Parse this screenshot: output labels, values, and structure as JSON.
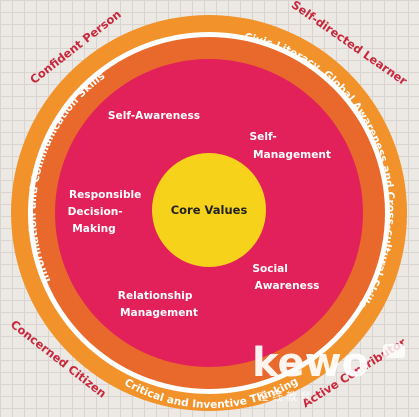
{
  "colors": {
    "outer_ring": "#f2922a",
    "white_ring": "#ffffff",
    "middle_ring": "#e9692c",
    "inner_disc": "#e2215a",
    "core_disc": "#f6d21b",
    "corner_text": "#c8283c"
  },
  "corners": {
    "top_left": "Confident Person",
    "top_right": "Self-directed Learner",
    "bottom_left": "Concerned Citizen",
    "bottom_right": "Active Contributor"
  },
  "ring": {
    "left": "Information and Communication Skills",
    "top_right": "Civic Literacy, Global Awareness and Cross-cultural Skills",
    "bottom": "Critical and Inventive Thinking"
  },
  "competencies": {
    "self_awareness": "Self-Awareness",
    "self_management": [
      "Self-",
      "Management"
    ],
    "social_awareness": [
      "Social",
      "Awareness"
    ],
    "relationship_management": [
      "Relationship",
      "Management"
    ],
    "responsible_decision_making": [
      "Responsible",
      "Decision-",
      "Making"
    ]
  },
  "core": {
    "label": "Core Values"
  },
  "watermark": {
    "brand": "kewo",
    "tagline": "在线教育"
  }
}
